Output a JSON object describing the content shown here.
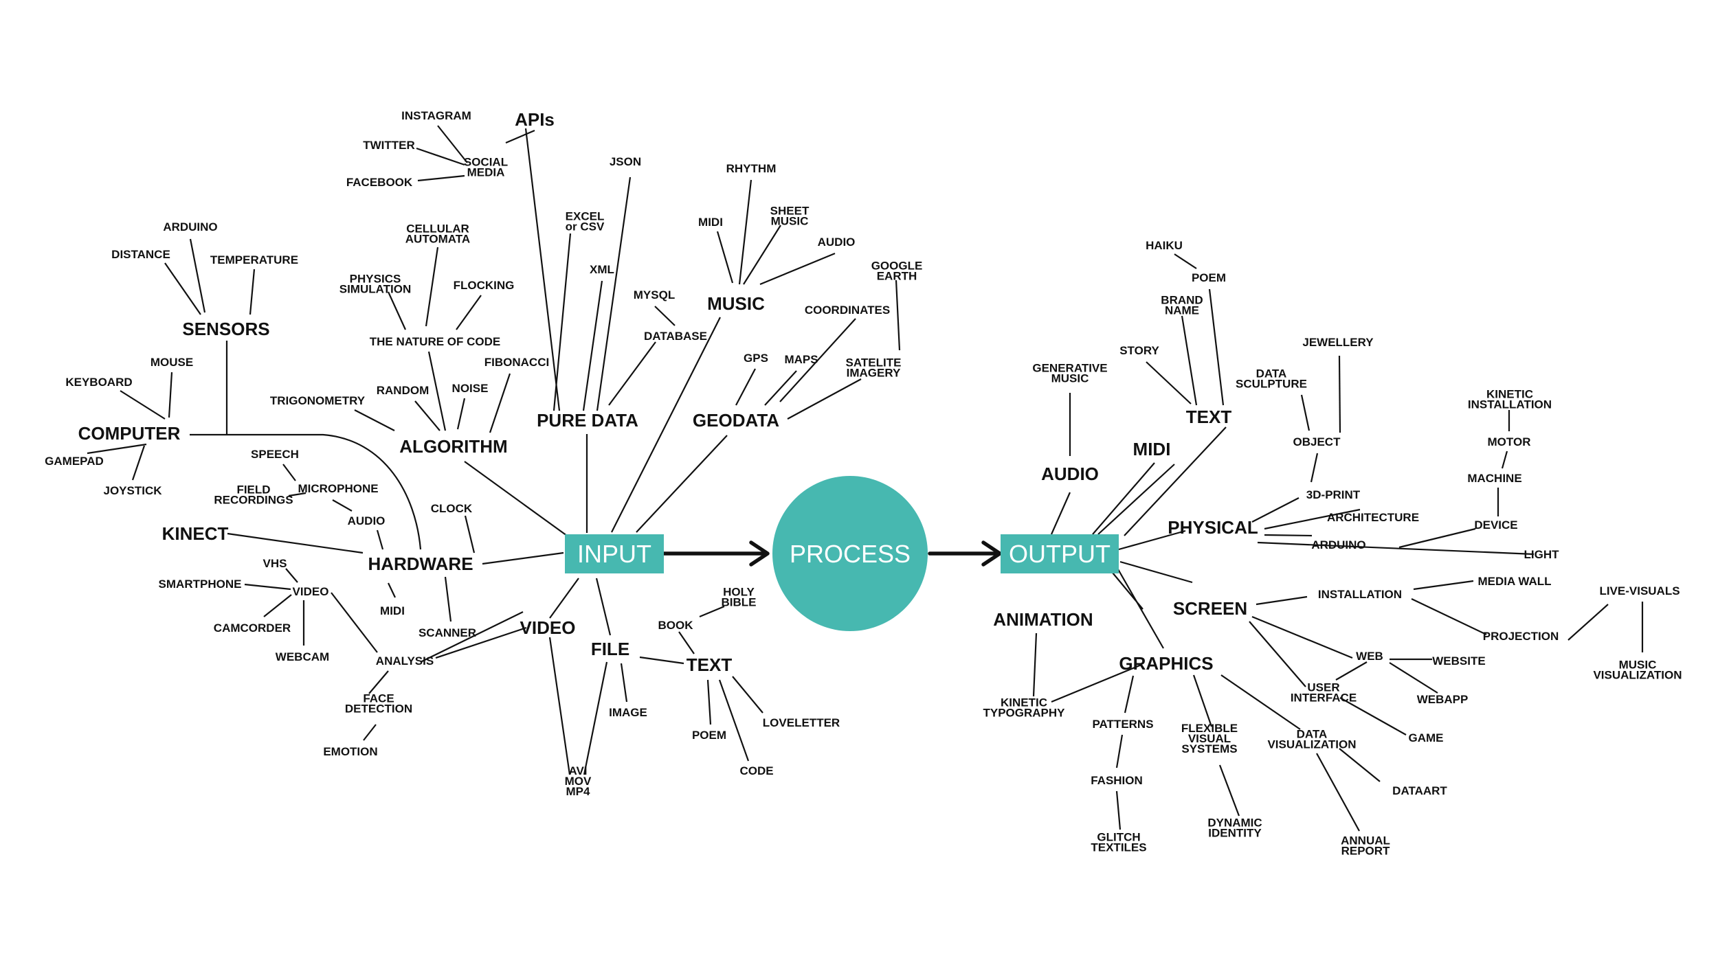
{
  "colors": {
    "accent": "#47b8b0",
    "ink": "#111111",
    "background": "#ffffff"
  },
  "hubs": {
    "input": "INPUT",
    "process": "PROCESS",
    "output": "OUTPUT"
  },
  "labels": {
    "apis": "APIs",
    "instagram": "INSTAGRAM",
    "twitter": "TWITTER",
    "social_media": [
      "SOCIAL",
      "MEDIA"
    ],
    "facebook": "FACEBOOK",
    "json": "JSON",
    "excel": [
      "EXCEL",
      "or CSV"
    ],
    "xml": "XML",
    "mysql": "MYSQL",
    "database": "DATABASE",
    "pure_data": "PURE DATA",
    "rhythm": "RHYTHM",
    "sheet_music": [
      "SHEET",
      "MUSIC"
    ],
    "midi_in": "MIDI",
    "audio_music": "AUDIO",
    "music": "MUSIC",
    "google_earth": [
      "GOOGLE",
      "EARTH"
    ],
    "coordinates": "COORDINATES",
    "gps": "GPS",
    "maps": "MAPS",
    "satelite": [
      "SATELITE",
      "IMAGERY"
    ],
    "geodata": "GEODATA",
    "arduino_in": "ARDUINO",
    "distance": "DISTANCE",
    "temperature": "TEMPERATURE",
    "sensors": "SENSORS",
    "mouse": "MOUSE",
    "keyboard": "KEYBOARD",
    "computer": "COMPUTER",
    "gamepad": "GAMEPAD",
    "joystick": "JOYSTICK",
    "cellular": [
      "CELLULAR",
      "AUTOMATA"
    ],
    "physics": [
      "PHYSICS",
      "SIMULATION"
    ],
    "flocking": "FLOCKING",
    "nature_of_code": "THE NATURE OF CODE",
    "fibonacci": "FIBONACCI",
    "trigonometry": "TRIGONOMETRY",
    "random": "RANDOM",
    "noise": "NOISE",
    "algorithm": "ALGORITHM",
    "speech": "SPEECH",
    "microphone": "MICROPHONE",
    "field_recordings": [
      "FIELD",
      "RECORDINGS"
    ],
    "audio_hw": "AUDIO",
    "clock": "CLOCK",
    "kinect": "KINECT",
    "hardware": "HARDWARE",
    "vhs": "VHS",
    "smartphone": "SMARTPHONE",
    "video_hw": "VIDEO",
    "midi_hw": "MIDI",
    "camcorder": "CAMCORDER",
    "webcam": "WEBCAM",
    "scanner": "SCANNER",
    "analysis": "ANALYSIS",
    "face_detection": [
      "FACE",
      "DETECTION"
    ],
    "emotion": "EMOTION",
    "video": "VIDEO",
    "avi": [
      "AVI",
      "MOV",
      "MP4"
    ],
    "file": "FILE",
    "image": "IMAGE",
    "holy_bible": [
      "HOLY",
      "BIBLE"
    ],
    "book": "BOOK",
    "text_in": "TEXT",
    "poem_in": "POEM",
    "loveletter": "LOVELETTER",
    "code": "CODE",
    "haiku": "HAIKU",
    "poem_out": "POEM",
    "brand_name": [
      "BRAND",
      "NAME"
    ],
    "story": "STORY",
    "text_out": "TEXT",
    "generative_music": [
      "GENERATIVE",
      "MUSIC"
    ],
    "audio_out": "AUDIO",
    "midi_out": "MIDI",
    "data_sculpture": [
      "DATA",
      "SCULPTURE"
    ],
    "jewellery": "JEWELLERY",
    "object": "OBJECT",
    "print3d": "3D-PRINT",
    "architecture": "ARCHITECTURE",
    "arduino_out": "ARDUINO",
    "physical": "PHYSICAL",
    "kinetic_installation": [
      "KINETIC",
      "INSTALLATION"
    ],
    "motor": "MOTOR",
    "machine": "MACHINE",
    "device": "DEVICE",
    "light": "LIGHT",
    "screen": "SCREEN",
    "installation": "INSTALLATION",
    "media_wall": "MEDIA WALL",
    "projection": "PROJECTION",
    "live_visuals": "LIVE-VISUALS",
    "music_visualization": [
      "MUSIC",
      "VISUALIZATION"
    ],
    "web": "WEB",
    "website": "WEBSITE",
    "user_interface": [
      "USER",
      "INTERFACE"
    ],
    "webapp": "WEBAPP",
    "game": "GAME",
    "animation": "ANIMATION",
    "kinetic_typography": [
      "KINETIC",
      "TYPOGRAPHY"
    ],
    "graphics": "GRAPHICS",
    "patterns": "PATTERNS",
    "fashion": "FASHION",
    "glitch_textiles": [
      "GLITCH",
      "TEXTILES"
    ],
    "flexible_visual": [
      "FLEXIBLE",
      "VISUAL",
      "SYSTEMS"
    ],
    "dynamic_identity": [
      "DYNAMIC",
      "IDENTITY"
    ],
    "data_visualization": [
      "DATA",
      "VISUALIZATION"
    ],
    "dataart": "DATAART",
    "annual_report": [
      "ANNUAL",
      "REPORT"
    ]
  }
}
